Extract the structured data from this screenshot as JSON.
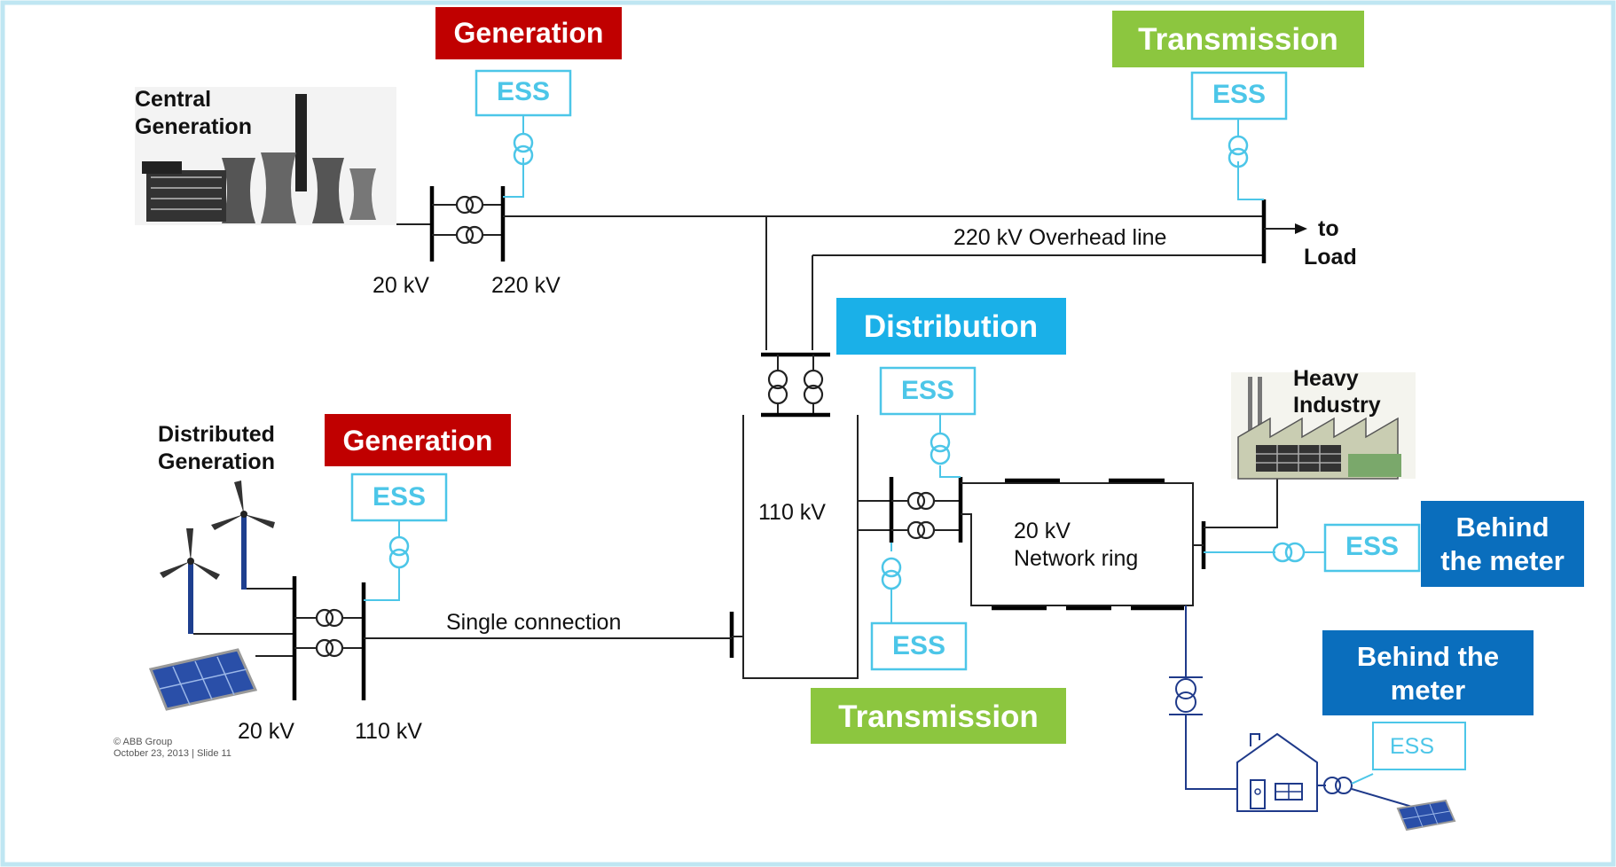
{
  "colors": {
    "generation": "#c00000",
    "transmission": "#8cc63f",
    "distribution": "#1ab0e8",
    "behind_meter": "#0a6ebd",
    "ess": "#4cc6e8",
    "frame": "#bfe6f2"
  },
  "badges": {
    "generation_top": "Generation",
    "transmission_top": "Transmission",
    "distribution": "Distribution",
    "generation_bottom": "Generation",
    "behind_meter_right": [
      "Behind",
      "the meter"
    ],
    "behind_meter_lower": [
      "Behind the",
      "meter"
    ],
    "transmission_bottom": "Transmission"
  },
  "ess": {
    "label": "ESS"
  },
  "labels": {
    "central_generation": [
      "Central",
      "Generation"
    ],
    "distributed_generation": [
      "Distributed",
      "Generation"
    ],
    "heavy_industry": [
      "Heavy",
      "Industry"
    ],
    "to_load": [
      "to",
      "Load"
    ],
    "kv20_top": "20 kV",
    "kv220": "220 kV",
    "overhead_line": "220 kV Overhead line",
    "kv110_mid": "110 kV",
    "network_ring": [
      "20 kV",
      "Network ring"
    ],
    "single_connection": "Single connection",
    "kv20_bottom": "20 kV",
    "kv110_bottom": "110 kV"
  },
  "copyright": [
    "© ABB Group",
    "October 23, 2013 | Slide 11"
  ]
}
